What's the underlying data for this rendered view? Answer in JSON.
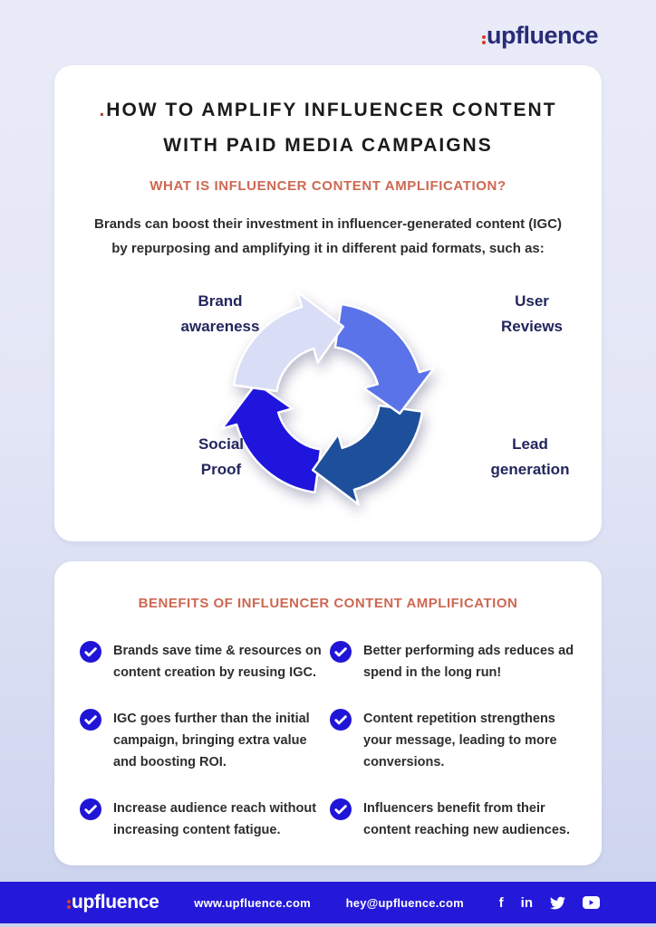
{
  "header": {
    "logo": "upfluence"
  },
  "intro": {
    "title_dot": ".",
    "title_line1": "HOW TO AMPLIFY INFLUENCER CONTENT",
    "title_line2": "WITH PAID MEDIA CAMPAIGNS",
    "subtitle": "WHAT IS INFLUENCER CONTENT AMPLIFICATION?",
    "body_line1": "Brands can boost their investment in influencer-generated content (IGC)",
    "body_line2": "by repurposing and amplifying it in different paid formats, such as:"
  },
  "diagram": {
    "labels": {
      "brand_awareness": {
        "line1": "Brand",
        "line2": "awareness"
      },
      "user_reviews": {
        "line1": "User",
        "line2": "Reviews"
      },
      "social_proof": {
        "line1": "Social",
        "line2": "Proof"
      },
      "lead_generation": {
        "line1": "Lead",
        "line2": "generation"
      }
    },
    "segments": [
      {
        "name": "brand-awareness",
        "color": "#d9ddf6"
      },
      {
        "name": "user-reviews",
        "color": "#5a73e8"
      },
      {
        "name": "lead-generation",
        "color": "#1d4f9b"
      },
      {
        "name": "social-proof",
        "color": "#1f15dd"
      }
    ]
  },
  "benefits": {
    "title": "BENEFITS OF INFLUENCER CONTENT AMPLIFICATION",
    "items_left": [
      {
        "text": "Brands save time & resources on content creation by reusing IGC."
      },
      {
        "text": "IGC goes further than the initial campaign, bringing extra value and boosting ROI."
      },
      {
        "text": "Increase audience reach without increasing content fatigue."
      }
    ],
    "items_right": [
      {
        "text": "Better performing ads reduces ad spend in the long run!"
      },
      {
        "text": "Content repetition strengthens your message, leading to more conversions."
      },
      {
        "text": "Influencers benefit from their content reaching new audiences."
      }
    ]
  },
  "footer": {
    "logo": "upfluence",
    "website": "www.upfluence.com",
    "email": "hey@upfluence.com",
    "facebook_glyph": "f",
    "linkedin_glyph": "in"
  },
  "colors": {
    "accent_orange": "#cd6852",
    "brand_blue": "#2419d9",
    "check_blue": "#2015d6",
    "title_dark": "#1b1b1b",
    "label_navy": "#23265d",
    "logo_navy": "#272c77",
    "logo_dot_red": "#e03a24"
  }
}
